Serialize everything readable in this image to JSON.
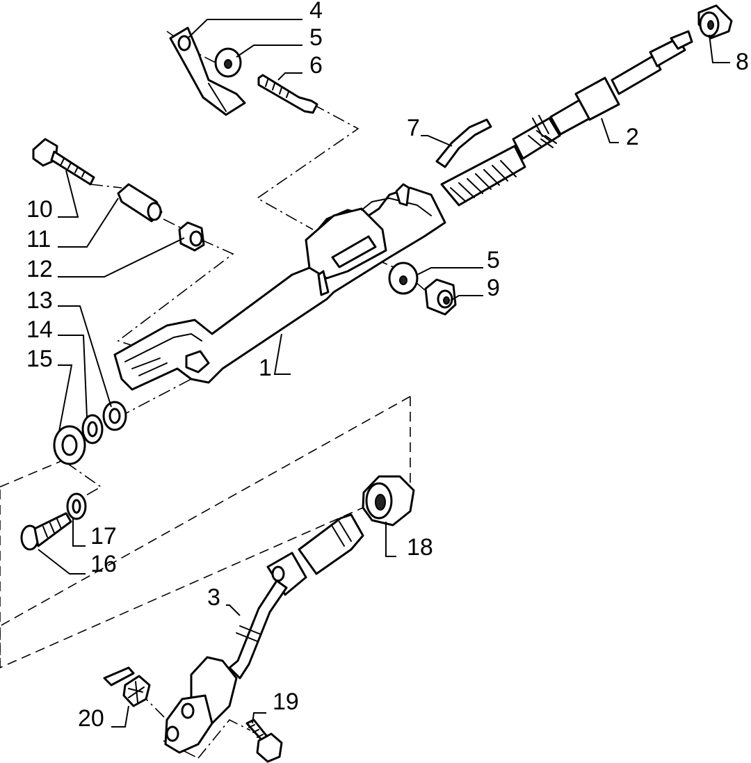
{
  "callouts": {
    "c1": "1",
    "c2": "2",
    "c3": "3",
    "c4": "4",
    "c5a": "5",
    "c5b": "5",
    "c6": "6",
    "c7": "7",
    "c8": "8",
    "c9": "9",
    "c10": "10",
    "c11": "11",
    "c12": "12",
    "c13": "13",
    "c14": "14",
    "c15": "15",
    "c16": "16",
    "c17": "17",
    "c18": "18",
    "c19": "19",
    "c20": "20"
  }
}
